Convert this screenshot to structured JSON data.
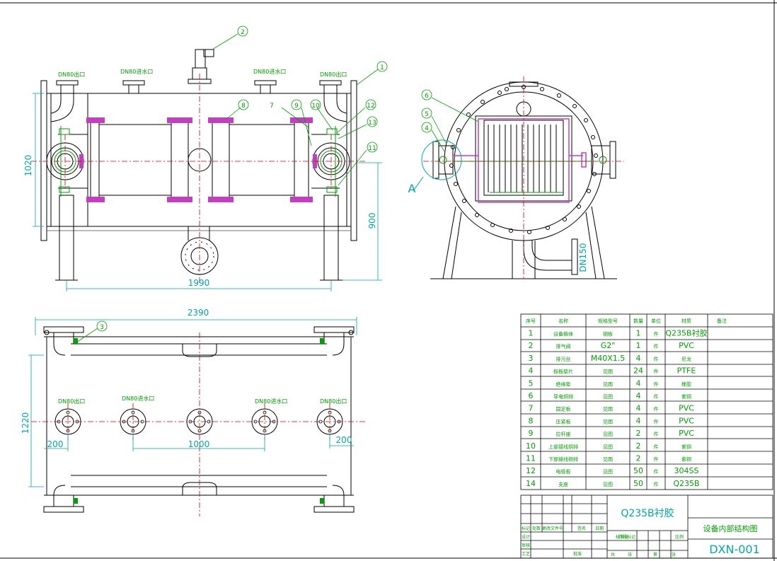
{
  "front_view": {
    "nozzle_labels": [
      "DN80出口",
      "DN80进水口",
      "DN80进水口",
      "DN80出口"
    ],
    "dim_height": "1020",
    "dim_leg": "900",
    "dim_length": "1990",
    "callouts": [
      "1",
      "2",
      "8",
      "7",
      "9",
      "10",
      "12",
      "13",
      "11"
    ]
  },
  "side_view": {
    "callouts": [
      "6",
      "5",
      "4"
    ],
    "detail_label": "A",
    "outlet_label": "DN150"
  },
  "top_view": {
    "dim_length": "2390",
    "dim_width": "1220",
    "dim_mid": "1000",
    "dim_left": "200",
    "dim_right": "200",
    "callout": "3",
    "nozzle_labels": [
      "DN80出口",
      "DN80进水口",
      "DN80进水口",
      "DN80出口"
    ]
  },
  "bom": {
    "headers": [
      "序号",
      "名称",
      "规格型号",
      "数量",
      "单位",
      "材质",
      "备注"
    ],
    "rows": [
      [
        "1",
        "设备箱体",
        "钢板",
        "1",
        "件",
        "Q235B衬胶",
        ""
      ],
      [
        "2",
        "排气阀",
        "G2\"",
        "1",
        "件",
        "PVC",
        ""
      ],
      [
        "3",
        "排污丝",
        "M40X1.5",
        "4",
        "件",
        "尼龙",
        ""
      ],
      [
        "4",
        "极板垫片",
        "见图",
        "24",
        "件",
        "PTFE",
        ""
      ],
      [
        "5",
        "绝缘垫",
        "见图",
        "4",
        "件",
        "橡胶",
        ""
      ],
      [
        "6",
        "导电铜排",
        "见图",
        "4",
        "件",
        "紫铜",
        ""
      ],
      [
        "7",
        "固定板",
        "见图",
        "4",
        "件",
        "PVC",
        ""
      ],
      [
        "8",
        "压紧板",
        "见图",
        "4",
        "件",
        "PVC",
        ""
      ],
      [
        "9",
        "拉杆座",
        "见图",
        "2",
        "件",
        "PVC",
        ""
      ],
      [
        "10",
        "上部接线铜排",
        "见图",
        "2",
        "件",
        "紫铜",
        ""
      ],
      [
        "11",
        "下部接线铜排",
        "见图",
        "2",
        "件",
        "紫铜",
        ""
      ],
      [
        "12",
        "电极板",
        "见图",
        "50",
        "件",
        "304SS",
        ""
      ],
      [
        "14",
        "支座",
        "见图",
        "50",
        "件",
        "Q235B",
        ""
      ]
    ]
  },
  "title_block": {
    "material": "Q235B衬胶",
    "drawing_name": "设备内部结构图",
    "drawing_no": "DXN-001",
    "cells": [
      "标记",
      "处数",
      "更改文件号",
      "签名",
      "日期",
      "设计",
      "标准化",
      "阶段标记",
      "比例",
      "审核",
      "工艺",
      "批准",
      "共",
      "张",
      "第",
      "张"
    ]
  }
}
